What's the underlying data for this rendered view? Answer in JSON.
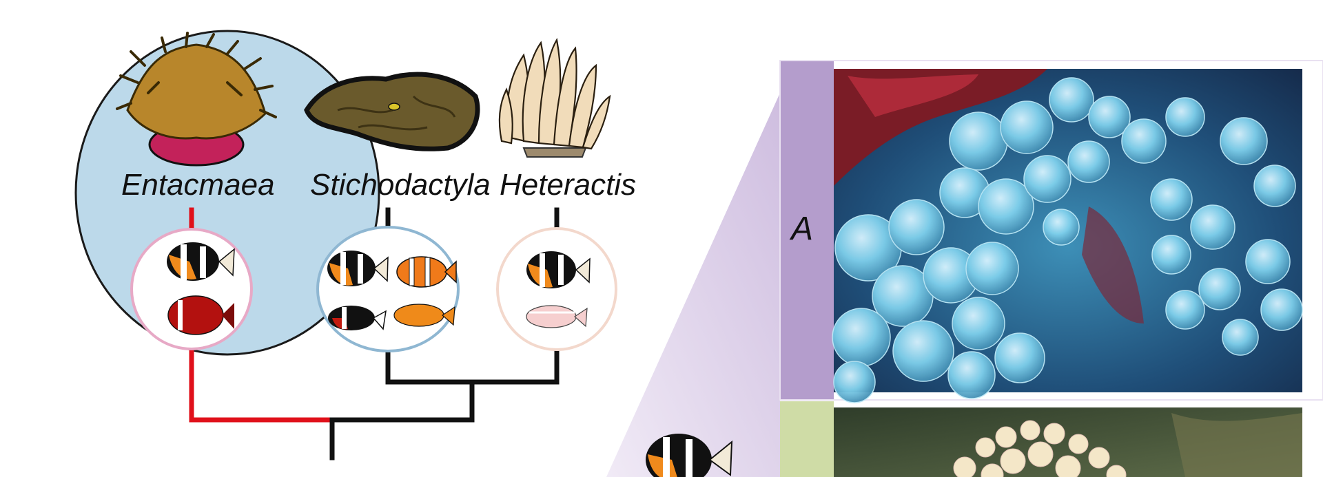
{
  "taxa": [
    {
      "name": "Entacmaea",
      "fish_count": 2
    },
    {
      "name": "Stichodactyla",
      "fish_count": 4
    },
    {
      "name": "Heteractis",
      "fish_count": 2
    }
  ],
  "panels": [
    {
      "letter": "A",
      "photo": "bubble-tip anemone (Entacmaea) photograph"
    },
    {
      "letter": "",
      "photo": "anemone photograph (partially visible)"
    }
  ],
  "colors": {
    "entacmaea_bg": "#bcd9ea",
    "highlight_branch": "#e0101a",
    "branch": "#111111",
    "panel_a_band": "#b49dcc",
    "panel_b_band": "#cfdca6",
    "pink_circle": "#e7a9c6",
    "blue_circle": "#8fb7d2",
    "peach_circle": "#f3d8cc"
  }
}
